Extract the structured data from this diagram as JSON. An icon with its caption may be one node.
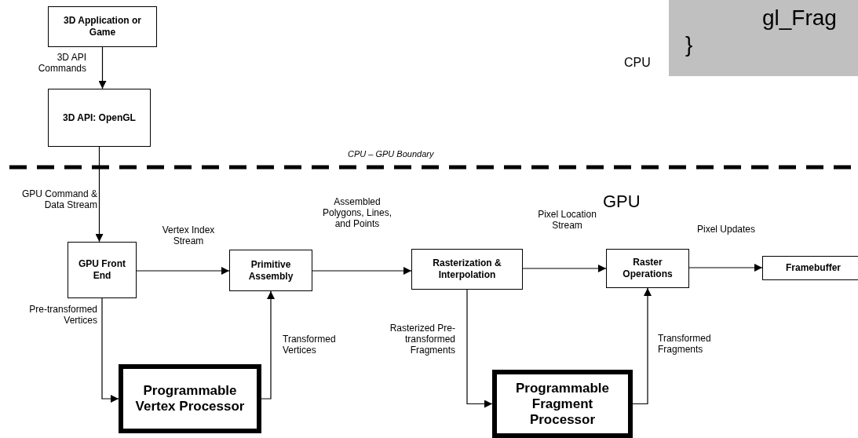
{
  "diagram": {
    "nodes": [
      {
        "text": [
          "3D Application or Game"
        ]
      },
      {
        "text": [
          "3D API: OpenGL"
        ]
      },
      {
        "text": [
          "GPU Front End"
        ]
      },
      {
        "text": [
          "Primitive Assembly"
        ]
      },
      {
        "text": [
          "Rasterization & Interpolation"
        ]
      },
      {
        "text": [
          "Raster Operations"
        ]
      },
      {
        "text": [
          "Framebuffer"
        ]
      },
      {
        "text": [
          "Programmable Vertex Processor"
        ]
      },
      {
        "text": [
          "Programmable Fragment Processor"
        ]
      },
      {
        "text": [
          "gl_Frag",
          "}"
        ]
      }
    ],
    "edges": [
      {
        "from": 0,
        "to": 1,
        "arrow": "to",
        "label": "3D API Commands"
      },
      {
        "from": 1,
        "to": 2,
        "arrow": "to",
        "label": "GPU Command & Data Stream"
      },
      {
        "from": 2,
        "to": 3,
        "arrow": "to",
        "label": "Vertex Index Stream"
      },
      {
        "from": 3,
        "to": 4,
        "arrow": "to",
        "label": "Assembled Polygons, Lines, and Points"
      },
      {
        "from": 4,
        "to": 5,
        "arrow": "to",
        "label": "Pixel Location Stream"
      },
      {
        "from": 5,
        "to": 6,
        "arrow": "to",
        "label": "Pixel Updates"
      },
      {
        "from": 2,
        "to": 7,
        "arrow": "to",
        "label": "Pre-transformed Vertices"
      },
      {
        "from": 7,
        "to": 3,
        "arrow": "to",
        "label": "Transformed Vertices"
      },
      {
        "from": 4,
        "to": 8,
        "arrow": "to",
        "label": "Rasterized Pre-transformed Fragments"
      },
      {
        "from": 8,
        "to": 5,
        "arrow": "to",
        "label": "Transformed Fragments"
      }
    ],
    "labels": [
      "CPU",
      "CPU – GPU Boundary",
      "GPU"
    ]
  }
}
